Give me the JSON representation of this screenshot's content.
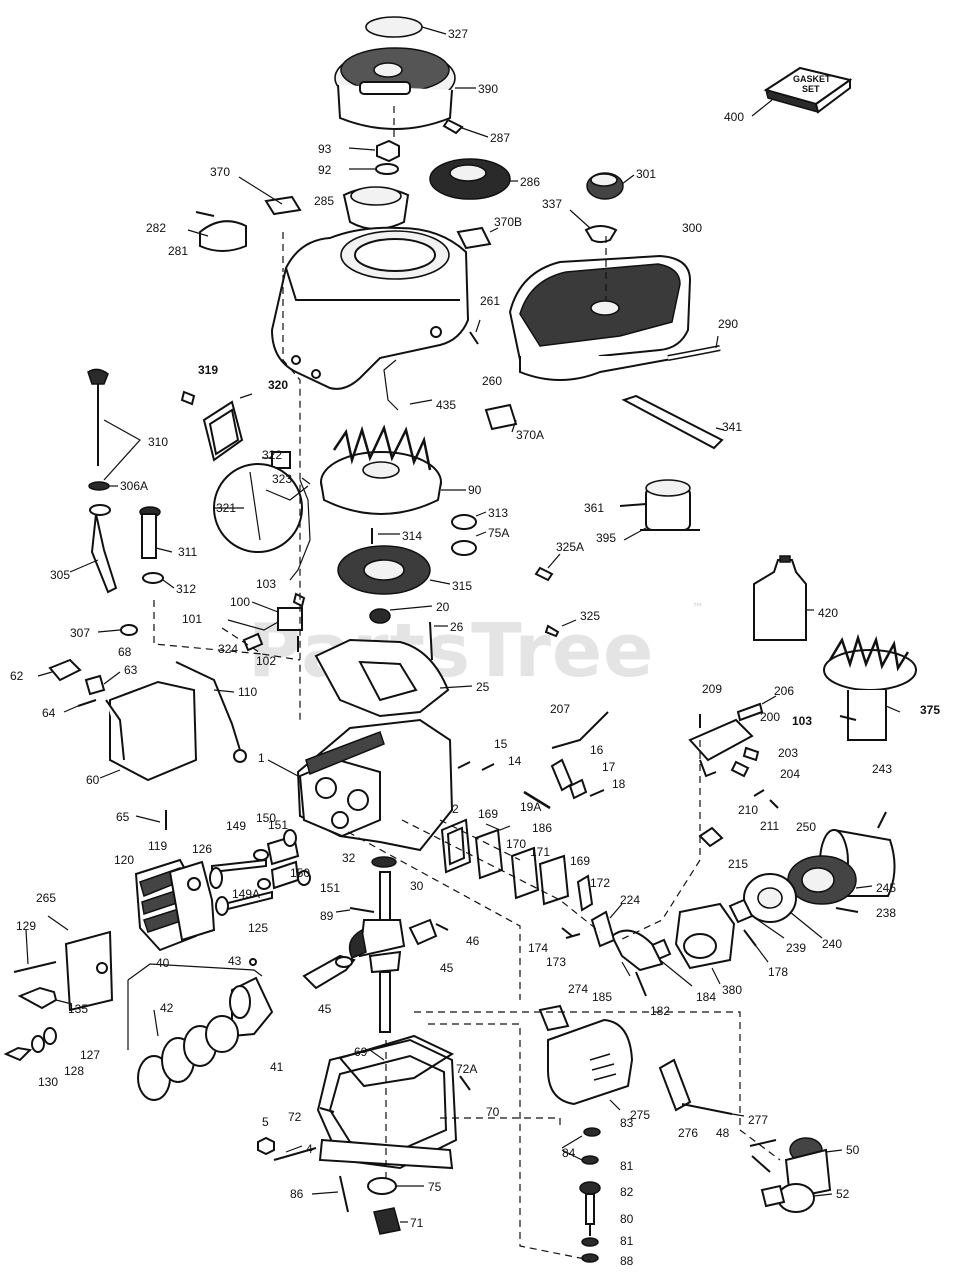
{
  "watermark": {
    "text": "PartsTree",
    "mark": "™"
  },
  "gasket_box": {
    "line1": "GASKET",
    "line2": "SET"
  },
  "labels": [
    {
      "id": "327",
      "text": "327"
    },
    {
      "id": "390",
      "text": "390"
    },
    {
      "id": "400",
      "text": "400"
    },
    {
      "id": "287",
      "text": "287"
    },
    {
      "id": "93",
      "text": "93"
    },
    {
      "id": "92",
      "text": "92"
    },
    {
      "id": "370",
      "text": "370"
    },
    {
      "id": "286",
      "text": "286"
    },
    {
      "id": "301",
      "text": "301"
    },
    {
      "id": "285",
      "text": "285"
    },
    {
      "id": "337",
      "text": "337"
    },
    {
      "id": "282",
      "text": "282"
    },
    {
      "id": "370B",
      "text": "370B"
    },
    {
      "id": "300",
      "text": "300"
    },
    {
      "id": "281",
      "text": "281"
    },
    {
      "id": "261",
      "text": "261"
    },
    {
      "id": "290",
      "text": "290"
    },
    {
      "id": "319",
      "text": "319"
    },
    {
      "id": "260",
      "text": "260"
    },
    {
      "id": "320",
      "text": "320"
    },
    {
      "id": "435",
      "text": "435"
    },
    {
      "id": "370A",
      "text": "370A"
    },
    {
      "id": "341",
      "text": "341"
    },
    {
      "id": "310",
      "text": "310"
    },
    {
      "id": "322",
      "text": "322"
    },
    {
      "id": "323",
      "text": "323"
    },
    {
      "id": "90",
      "text": "90"
    },
    {
      "id": "306A",
      "text": "306A"
    },
    {
      "id": "321",
      "text": "321"
    },
    {
      "id": "313",
      "text": "313"
    },
    {
      "id": "361",
      "text": "361"
    },
    {
      "id": "314",
      "text": "314"
    },
    {
      "id": "75A",
      "text": "75A"
    },
    {
      "id": "395",
      "text": "395"
    },
    {
      "id": "311",
      "text": "311"
    },
    {
      "id": "325A",
      "text": "325A"
    },
    {
      "id": "305",
      "text": "305"
    },
    {
      "id": "315",
      "text": "315"
    },
    {
      "id": "312",
      "text": "312"
    },
    {
      "id": "103a",
      "text": "103"
    },
    {
      "id": "420",
      "text": "420"
    },
    {
      "id": "20",
      "text": "20"
    },
    {
      "id": "100",
      "text": "100"
    },
    {
      "id": "325",
      "text": "325"
    },
    {
      "id": "307",
      "text": "307"
    },
    {
      "id": "101",
      "text": "101"
    },
    {
      "id": "26",
      "text": "26"
    },
    {
      "id": "324",
      "text": "324"
    },
    {
      "id": "68",
      "text": "68"
    },
    {
      "id": "102",
      "text": "102"
    },
    {
      "id": "62",
      "text": "62"
    },
    {
      "id": "63",
      "text": "63"
    },
    {
      "id": "25",
      "text": "25"
    },
    {
      "id": "110",
      "text": "110"
    },
    {
      "id": "209",
      "text": "209"
    },
    {
      "id": "206",
      "text": "206"
    },
    {
      "id": "375",
      "text": "375"
    },
    {
      "id": "64",
      "text": "64"
    },
    {
      "id": "207",
      "text": "207"
    },
    {
      "id": "200",
      "text": "200"
    },
    {
      "id": "103b",
      "text": "103"
    },
    {
      "id": "15",
      "text": "15"
    },
    {
      "id": "16",
      "text": "16"
    },
    {
      "id": "1",
      "text": "1"
    },
    {
      "id": "203",
      "text": "203"
    },
    {
      "id": "14",
      "text": "14"
    },
    {
      "id": "17",
      "text": "17"
    },
    {
      "id": "204",
      "text": "204"
    },
    {
      "id": "60",
      "text": "60"
    },
    {
      "id": "18",
      "text": "18"
    },
    {
      "id": "243",
      "text": "243"
    },
    {
      "id": "19A",
      "text": "19A"
    },
    {
      "id": "65",
      "text": "65"
    },
    {
      "id": "210",
      "text": "210"
    },
    {
      "id": "250",
      "text": "250"
    },
    {
      "id": "151a",
      "text": "151"
    },
    {
      "id": "211",
      "text": "211"
    },
    {
      "id": "2",
      "text": "2"
    },
    {
      "id": "169a",
      "text": "169"
    },
    {
      "id": "186",
      "text": "186"
    },
    {
      "id": "149",
      "text": "149"
    },
    {
      "id": "150a",
      "text": "150"
    },
    {
      "id": "126",
      "text": "126"
    },
    {
      "id": "170",
      "text": "170"
    },
    {
      "id": "119",
      "text": "119"
    },
    {
      "id": "171",
      "text": "171"
    },
    {
      "id": "169b",
      "text": "169"
    },
    {
      "id": "32",
      "text": "32"
    },
    {
      "id": "120",
      "text": "120"
    },
    {
      "id": "215",
      "text": "215"
    },
    {
      "id": "150b",
      "text": "150"
    },
    {
      "id": "151b",
      "text": "151"
    },
    {
      "id": "172",
      "text": "172"
    },
    {
      "id": "30",
      "text": "30"
    },
    {
      "id": "245",
      "text": "245"
    },
    {
      "id": "265",
      "text": "265"
    },
    {
      "id": "149A",
      "text": "149A"
    },
    {
      "id": "224",
      "text": "224"
    },
    {
      "id": "238",
      "text": "238"
    },
    {
      "id": "89",
      "text": "89"
    },
    {
      "id": "125",
      "text": "125"
    },
    {
      "id": "129",
      "text": "129"
    },
    {
      "id": "46",
      "text": "46"
    },
    {
      "id": "174",
      "text": "174"
    },
    {
      "id": "239",
      "text": "239"
    },
    {
      "id": "240",
      "text": "240"
    },
    {
      "id": "173",
      "text": "173"
    },
    {
      "id": "40",
      "text": "40"
    },
    {
      "id": "45a",
      "text": "45"
    },
    {
      "id": "178",
      "text": "178"
    },
    {
      "id": "380",
      "text": "380"
    },
    {
      "id": "184",
      "text": "184"
    },
    {
      "id": "185",
      "text": "185"
    },
    {
      "id": "43",
      "text": "43"
    },
    {
      "id": "182",
      "text": "182"
    },
    {
      "id": "135",
      "text": "135"
    },
    {
      "id": "274",
      "text": "274"
    },
    {
      "id": "45b",
      "text": "45"
    },
    {
      "id": "42",
      "text": "42"
    },
    {
      "id": "127",
      "text": "127"
    },
    {
      "id": "41",
      "text": "41"
    },
    {
      "id": "69",
      "text": "69"
    },
    {
      "id": "72A",
      "text": "72A"
    },
    {
      "id": "128",
      "text": "128"
    },
    {
      "id": "130",
      "text": "130"
    },
    {
      "id": "275",
      "text": "275"
    },
    {
      "id": "277",
      "text": "277"
    },
    {
      "id": "72",
      "text": "72"
    },
    {
      "id": "70",
      "text": "70"
    },
    {
      "id": "5",
      "text": "5"
    },
    {
      "id": "276",
      "text": "276"
    },
    {
      "id": "48",
      "text": "48"
    },
    {
      "id": "83",
      "text": "83"
    },
    {
      "id": "50",
      "text": "50"
    },
    {
      "id": "4",
      "text": "4"
    },
    {
      "id": "84",
      "text": "84"
    },
    {
      "id": "81a",
      "text": "81"
    },
    {
      "id": "75",
      "text": "75"
    },
    {
      "id": "82",
      "text": "82"
    },
    {
      "id": "52",
      "text": "52"
    },
    {
      "id": "86",
      "text": "86"
    },
    {
      "id": "80",
      "text": "80"
    },
    {
      "id": "71",
      "text": "71"
    },
    {
      "id": "81b",
      "text": "81"
    },
    {
      "id": "88",
      "text": "88"
    }
  ]
}
